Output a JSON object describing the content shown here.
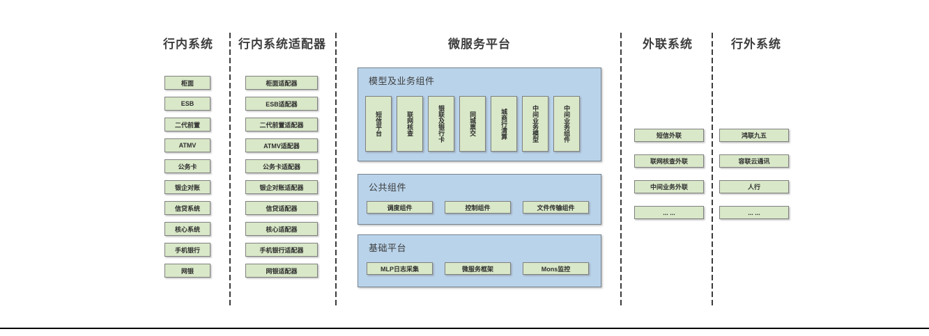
{
  "diagram": {
    "inbank": {
      "title": "行内系统",
      "items": [
        "柜面",
        "ESB",
        "二代前置",
        "ATMV",
        "公务卡",
        "银企对账",
        "信贷系统",
        "核心系统",
        "手机银行",
        "网银"
      ]
    },
    "adapters": {
      "title": "行内系统适配器",
      "items": [
        "柜面适配器",
        "ESB适配器",
        "二代前置适配器",
        "ATMV适配器",
        "公务卡适配器",
        "银企对账适配器",
        "信贷适配器",
        "核心适配器",
        "手机银行适配器",
        "网银适配器"
      ]
    },
    "platform": {
      "title": "微服务平台",
      "sections": [
        {
          "label": "模型及业务组件",
          "items": [
            "短信平台",
            "联网核查",
            "银联及银行卡",
            "同城票交",
            "城商行清算",
            "中间业务模型",
            "中间业务组件"
          ]
        },
        {
          "label": "公共组件",
          "items": [
            "调度组件",
            "控制组件",
            "文件传输组件"
          ]
        },
        {
          "label": "基础平台",
          "items": [
            "MLP日志采集",
            "微服务框架",
            "Mons监控"
          ]
        }
      ]
    },
    "outreach": {
      "title": "外联系统",
      "items": [
        "短信外联",
        "联网核查外联",
        "中间业务外联",
        "... ..."
      ]
    },
    "outbank": {
      "title": "行外系统",
      "items": [
        "鸿联九五",
        "容联云通讯",
        "人行",
        "... ..."
      ]
    }
  },
  "colors": {
    "node_fill": "#d9e8c8",
    "node_border": "#7f7f7f",
    "panel_fill": "#b9d3ea",
    "panel_border": "#75828e",
    "divider": "#3a3a3a",
    "heading_text": "#3d3d3d",
    "node_text": "#2e2e2e",
    "bottom_rule": "#000000"
  }
}
